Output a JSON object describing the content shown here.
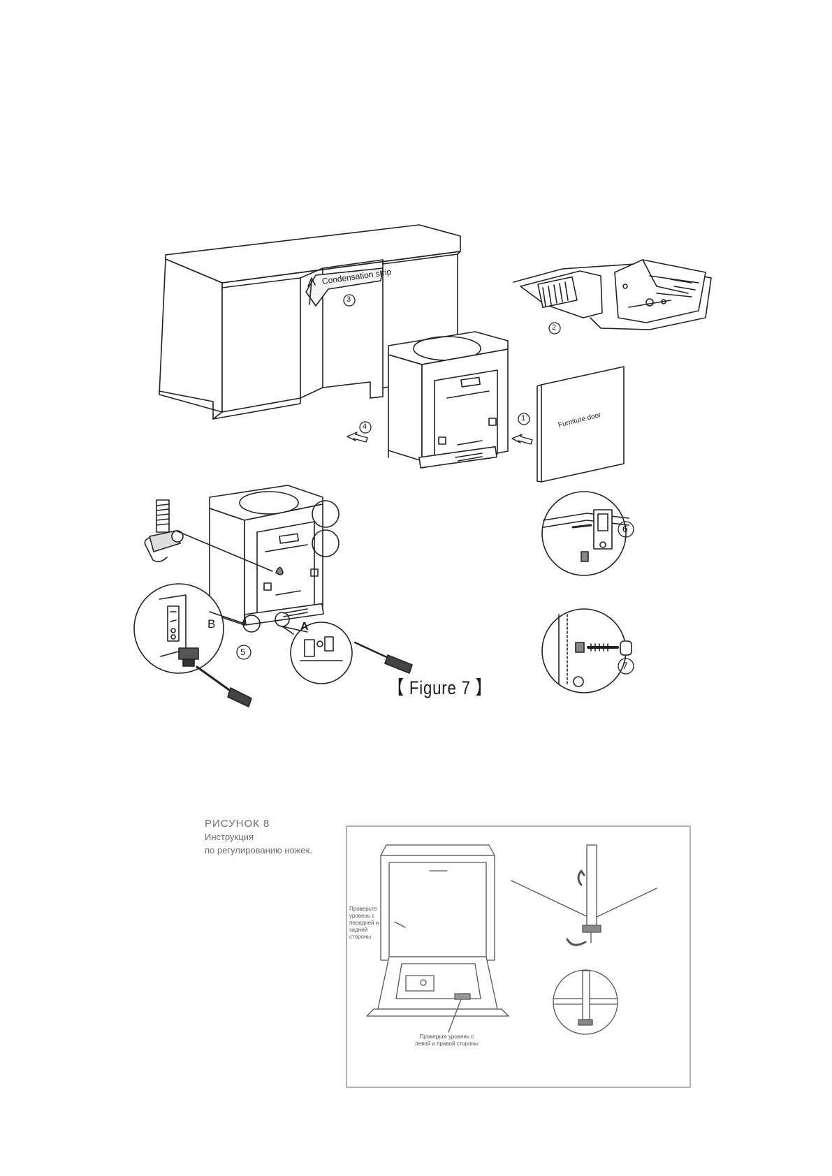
{
  "figure7": {
    "caption": "【 Figure 7 】",
    "labels": {
      "condensation_strip": "Condensation strip",
      "furniture_door": "Furniture door",
      "step1": "1",
      "step2": "2",
      "step3": "3",
      "step4": "4",
      "step5": "5",
      "step6": "6",
      "step7": "7",
      "point_a": "A",
      "point_b": "B"
    }
  },
  "figure8": {
    "title": "РИСУНОК 8",
    "line2": "Инструкция",
    "line3": "по регулированию ножек.",
    "note_front_back": [
      "Проверьте",
      "уровень с",
      "передней и",
      "задней",
      "стороны"
    ],
    "note_left_right": [
      "Проверьте уровень с",
      "левой и правой стороны"
    ]
  }
}
